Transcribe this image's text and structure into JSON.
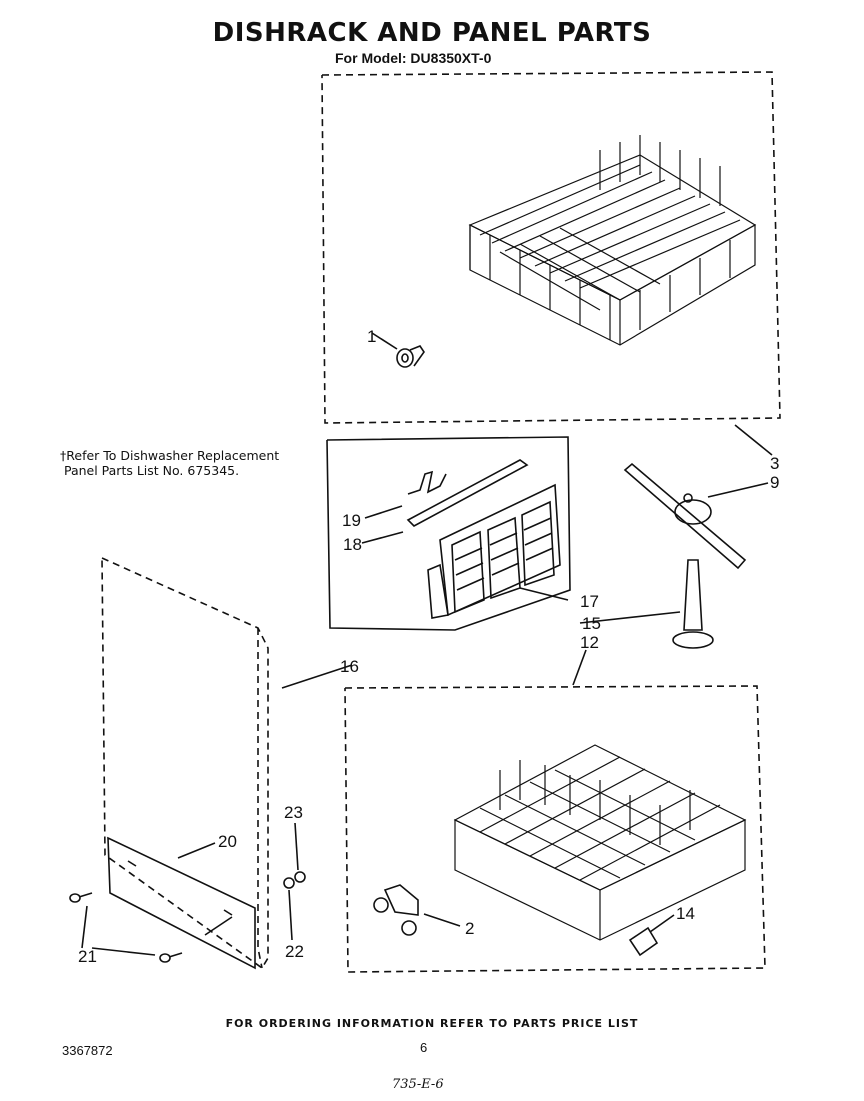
{
  "header": {
    "title": "DISHRACK AND PANEL PARTS",
    "model": "For Model: DU8350XT-0"
  },
  "note": "†Refer To Dishwasher Replacement\n Panel Parts List No. 675345.",
  "callouts": {
    "c1": "1",
    "c2": "2",
    "c3": "3",
    "c9": "9",
    "c12": "12",
    "c14": "14",
    "c15": "15",
    "c16": "16",
    "c17": "17",
    "c18": "18",
    "c19": "19",
    "c20": "20",
    "c21": "21",
    "c22": "22",
    "c23": "23"
  },
  "footer": {
    "ordering": "FOR ORDERING INFORMATION REFER TO PARTS PRICE LIST",
    "doc_number": "3367872",
    "page": "6",
    "handwritten": "735-E-6"
  }
}
